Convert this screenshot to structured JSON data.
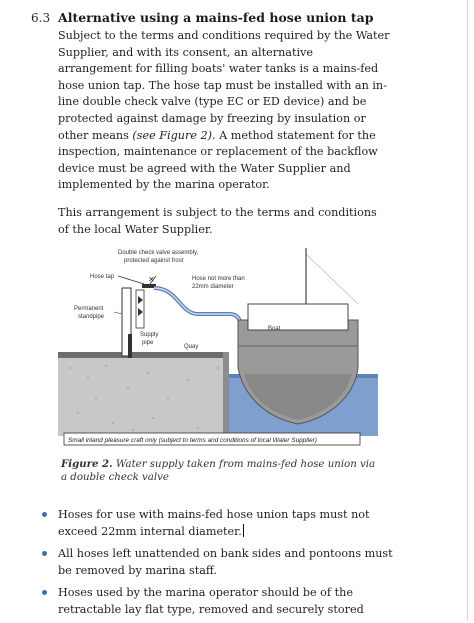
{
  "section": {
    "number": "6.3",
    "title": "Alternative using a mains-fed hose union tap"
  },
  "paragraphs": {
    "p1_before": "Subject to the terms and conditions required by the Water Supplier, and with its consent, an alternative arrangement for filling boats' water tanks is a mains-fed hose union tap. The hose tap must be installed with an in-line double check valve (type EC or ED device) and be protected against damage by freezing by insulation or other means ",
    "p1_ref": "(see Figure 2)",
    "p1_after": ". A method statement for the inspection, maintenance or replacement of the backflow device must be agreed with the Water Supplier and implemented by the marina operator.",
    "p2": "This arrangement is subject to the terms and conditions of the local Water Supplier."
  },
  "figure": {
    "labels": {
      "valve": "Double check valve assembly,",
      "valve2": "protected against frost",
      "hose_tap": "Hose tap",
      "hose_diameter": "Hose not more than",
      "hose_diameter2": "22mm diameter",
      "standpipe": "Permanent",
      "standpipe2": "standpipe",
      "supply": "Supply",
      "supply2": "pipe",
      "quay": "Quay",
      "boat": "Boat",
      "footer": "Small inland pleasure craft only (subject to terms and conditions of local Water Supplier)"
    },
    "caption_label": "Figure 2.",
    "caption_text": " Water supply taken from mains-fed hose union via a double check valve",
    "colors": {
      "water": "#7f9fcf",
      "hose": "#5a7fb5",
      "quay": "#c8c8c8",
      "ground": "#9a9a9a",
      "hull": "#8a8a8a"
    }
  },
  "bullets": [
    "Hoses for use with mains-fed hose union taps must not exceed 22mm internal diameter.",
    "All hoses left unattended on bank sides and pontoons must be removed by marina staff.",
    "Hoses used by the marina operator should be of the retractable lay flat type, removed and securely stored"
  ]
}
